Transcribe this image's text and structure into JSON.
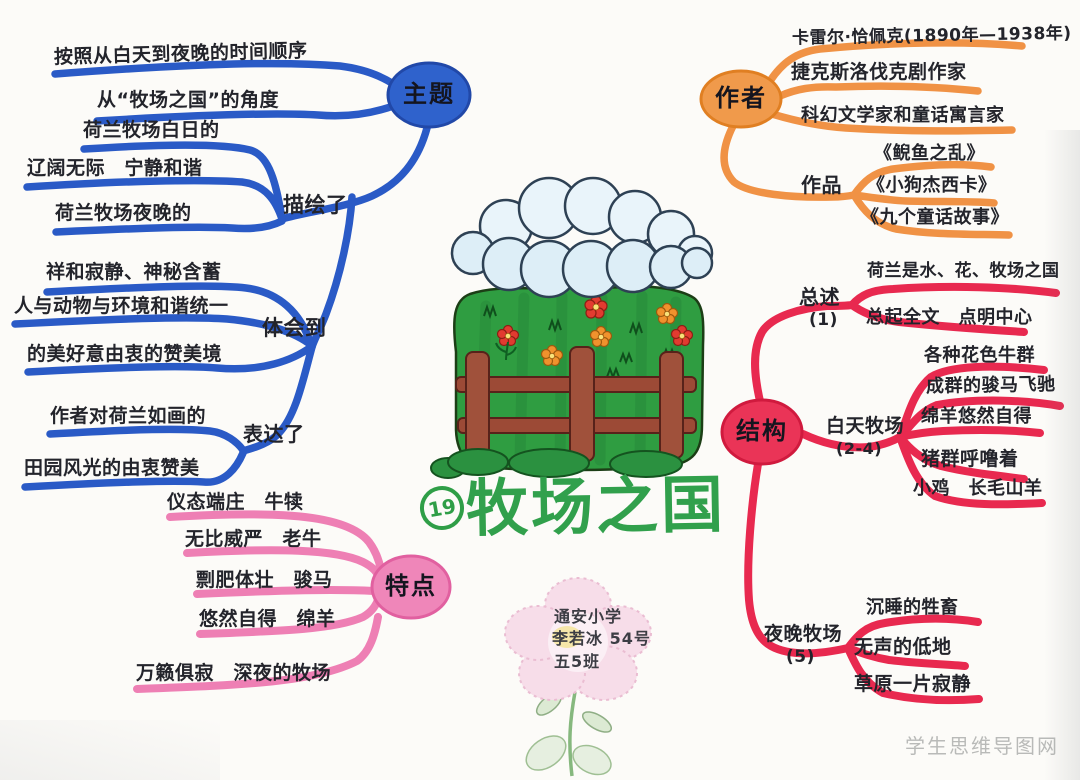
{
  "canvas": {
    "watermark": "学生思维导图网",
    "background": "#fbfaf7"
  },
  "title": {
    "lesson_no": "19",
    "text": "牧场之国",
    "color": "#2f9e47"
  },
  "signature": {
    "school": "通安小学",
    "student": "李若冰 54号",
    "class_name": "五5班"
  },
  "theme": {
    "label": "主题",
    "color": "#2a5ac6",
    "connectors": [
      "描绘了",
      "体会到",
      "表达了"
    ],
    "items": [
      "按照从白天到夜晚的时间顺序",
      "从“牧场之国”的角度",
      "荷兰牧场白日的",
      "辽阔无际　宁静和谐",
      "荷兰牧场夜晚的",
      "祥和寂静、神秘含蓄",
      "人与动物与环境和谐统一",
      "的美好意由衷的赞美境",
      "作者对荷兰如画的",
      "田园风光的由衷赞美"
    ]
  },
  "author": {
    "label": "作者",
    "color": "#f09245",
    "items": [
      "卡雷尔·恰佩克(1890年—1938年)",
      "捷克斯洛伐克剧作家",
      "科幻文学家和童话寓言家"
    ],
    "works_label": "作品",
    "works": [
      "《鲵鱼之乱》",
      "《小狗杰西卡》",
      "《九个童话故事》"
    ]
  },
  "structure": {
    "label": "结构",
    "color": "#e8294f",
    "sections": [
      {
        "name": "总述",
        "range": "(1)",
        "points": [
          "荷兰是水、花、牧场之国",
          "总起全文　点明中心"
        ]
      },
      {
        "name": "白天牧场",
        "range": "(2-4)",
        "points": [
          "各种花色牛群",
          "成群的骏马飞驰",
          "绵羊悠然自得",
          "猪群呼噜着",
          "小鸡　长毛山羊"
        ]
      },
      {
        "name": "夜晚牧场",
        "range": "(5)",
        "points": [
          "沉睡的牲畜",
          "无声的低地",
          "草原一片寂静"
        ]
      }
    ]
  },
  "features": {
    "label": "特点",
    "color": "#ee7fb4",
    "items": [
      "仪态端庄　牛犊",
      "无比威严　老牛",
      "剽肥体壮　骏马",
      "悠然自得　绵羊",
      "万籁俱寂　深夜的牧场"
    ]
  }
}
